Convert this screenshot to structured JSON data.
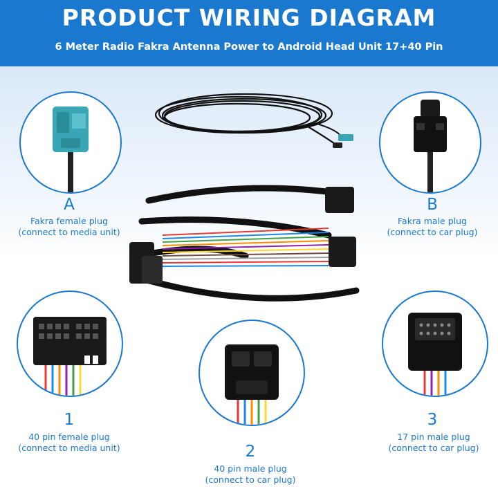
{
  "header": {
    "title": "PRODUCT WIRING DIAGRAM",
    "subtitle": "6 Meter Radio Fakra Antenna Power to Android Head Unit 17+40 Pin"
  },
  "parts": {
    "a": {
      "letter": "A",
      "line1": "Fakra female plug",
      "line2": "(connect to media unit)",
      "icon": "fakra-female-plug-icon"
    },
    "b": {
      "letter": "B",
      "line1": "Fakra male plug",
      "line2": "(connect to car plug)",
      "icon": "fakra-male-plug-icon"
    },
    "p1": {
      "letter": "1",
      "line1": "40 pin female plug",
      "line2": "(connect to media unit)",
      "icon": "40-pin-female-plug-icon"
    },
    "p2": {
      "letter": "2",
      "line1": "40 pin male plug",
      "line2": "(connect to car plug)",
      "icon": "40-pin-male-plug-icon"
    },
    "p3": {
      "letter": "3",
      "line1": "17 pin male plug",
      "line2": "(connect to car plug)",
      "icon": "17-pin-male-plug-icon"
    }
  },
  "colors": {
    "accent": "#1a78cf",
    "fakra_teal": "#3aa6b5",
    "cable": "#111111"
  }
}
